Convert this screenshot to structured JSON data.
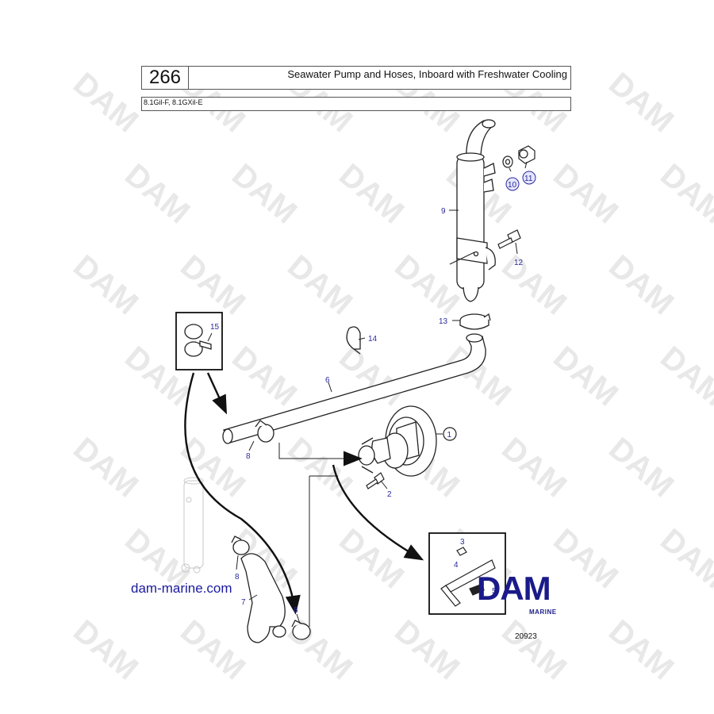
{
  "header": {
    "page_number": "266",
    "title": "Seawater Pump and Hoses, Inboard with Freshwater Cooling",
    "models": "8.1Gil-F, 8.1GXil-E"
  },
  "watermark_text": "DAM",
  "parts": [
    {
      "label": "1"
    },
    {
      "label": "2"
    },
    {
      "label": "3"
    },
    {
      "label": "4"
    },
    {
      "label": "5"
    },
    {
      "label": "6"
    },
    {
      "label": "7"
    },
    {
      "label": "8"
    },
    {
      "label": "9"
    },
    {
      "label": "10"
    },
    {
      "label": "11"
    },
    {
      "label": "12"
    },
    {
      "label": "13"
    },
    {
      "label": "14"
    },
    {
      "label": "15"
    }
  ],
  "footer": {
    "website": "dam-marine.com",
    "logo_text": "DAM",
    "logo_sub": "MARINE",
    "drawing_number": "20923"
  },
  "colors": {
    "label": "#2b2b9e",
    "logo": "#1a1a8a",
    "watermark": "#e6e6e6",
    "line": "#222222"
  }
}
